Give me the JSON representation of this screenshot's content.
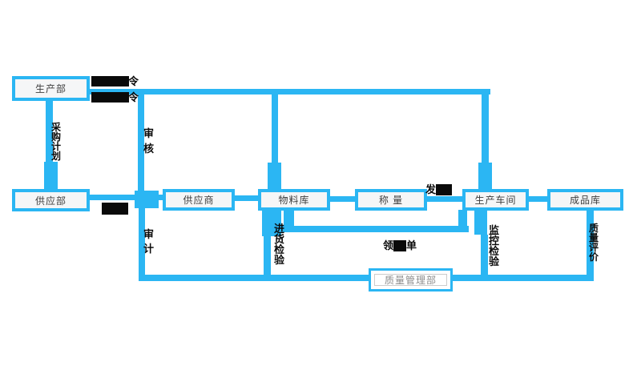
{
  "flowchart": {
    "nodes": [
      {
        "id": "production-dept",
        "label": "生产部"
      },
      {
        "id": "supply-dept",
        "label": "供应部"
      },
      {
        "id": "supplier",
        "label": "供应商"
      },
      {
        "id": "material-warehouse",
        "label": "物料库"
      },
      {
        "id": "weighing",
        "label": "称 量"
      },
      {
        "id": "production-workshop",
        "label": "生产车间"
      },
      {
        "id": "finished-goods-warehouse",
        "label": "成品库"
      },
      {
        "id": "quality-management-dept",
        "label": "质量管理部"
      }
    ],
    "edge_labels": {
      "purchase_plan": "采购计划",
      "review": "审核",
      "audit": "审计",
      "incoming_inspection": "进货检验",
      "monitoring_inspection": "监控检验",
      "quality_evaluation": "质量评价",
      "requisition_prefix": "领",
      "requisition_suffix": "单",
      "dispatch_prefix": "发",
      "instruction_suffix_top": "令",
      "instruction_suffix_bottom": "令"
    },
    "colors": {
      "line": "#2bb6f3",
      "node_fill": "#f5f6f7",
      "node_text": "#3e3e3e",
      "quality_node_text": "#8c8c8c",
      "redaction": "#0a0a0a",
      "label_text": "#0a0a0a",
      "background": "#ffffff"
    }
  }
}
